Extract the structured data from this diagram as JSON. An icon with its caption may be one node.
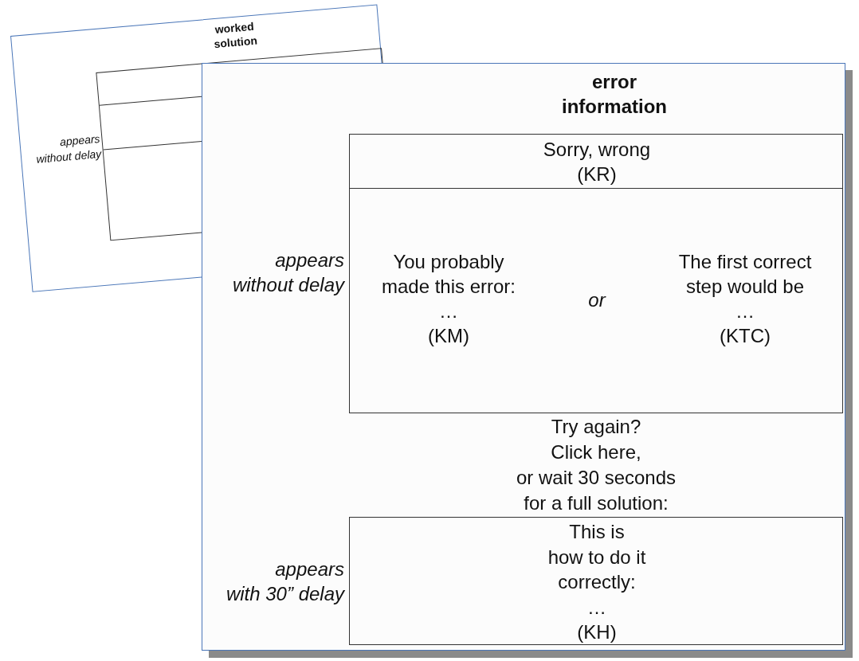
{
  "diagram": {
    "nodes": [
      {
        "text": [
          "worked solution"
        ]
      },
      {
        "text": [],
        "shape": "box",
        "in": 0
      },
      {
        "text": [
          "error information"
        ]
      },
      {
        "text": [
          "Sorry, wrong (KR)"
        ],
        "in": 2
      },
      {
        "text": [
          "You probably made this error: … (KM)",
          "or",
          "The first correct step would be … (KTC)"
        ],
        "in": 2
      },
      {
        "text": [
          "This is how to do it correctly: … (KH)"
        ],
        "in": 2
      }
    ],
    "labels": [
      "appears without delay",
      "appears without delay",
      "Try again? Click here, or wait 30 seconds for a full solution:",
      "appears with 30” delay"
    ]
  }
}
